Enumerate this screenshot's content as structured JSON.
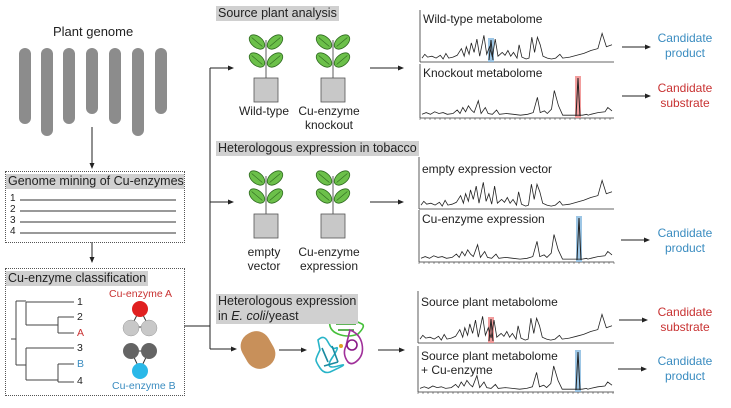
{
  "left_panel": {
    "genome_title": "Plant genome",
    "chromosome_count": 7,
    "mining": {
      "title": "Genome mining of Cu-enzymes",
      "rows": [
        "1",
        "2",
        "3",
        "4"
      ]
    },
    "classification": {
      "title": "Cu-enzyme classification",
      "tree_leaves": [
        "1",
        "2",
        "A",
        "3",
        "B",
        "4"
      ],
      "enzyme_a_label": "Cu-enzyme A",
      "enzyme_b_label": "Cu-enzyme B"
    }
  },
  "sections": [
    {
      "title": "Source plant analysis",
      "plants": [
        {
          "label_lines": [
            "Wild-type"
          ]
        },
        {
          "label_lines": [
            "Cu-enzyme",
            "knockout"
          ]
        }
      ],
      "chromatograms": [
        {
          "title_lines": [
            "Wild-type metabolome"
          ],
          "highlight": "blue"
        },
        {
          "title_lines": [
            "Knockout metabolome"
          ],
          "highlight": "red"
        }
      ],
      "outcomes": [
        {
          "lines": [
            "Candidate",
            "product"
          ],
          "color": "#3a8cc0"
        },
        {
          "lines": [
            "Candidate",
            "substrate"
          ],
          "color": "#c83232"
        }
      ]
    },
    {
      "title": "Heterologous expression in tobacco",
      "plants": [
        {
          "label_lines": [
            "empty",
            "vector"
          ]
        },
        {
          "label_lines": [
            "Cu-enzyme",
            "expression"
          ]
        }
      ],
      "chromatograms": [
        {
          "title_lines": [
            "empty expression vector"
          ],
          "highlight": "none"
        },
        {
          "title_lines": [
            "Cu-enzyme expression"
          ],
          "highlight": "blue"
        }
      ],
      "outcomes": [
        {
          "lines": [
            "Candidate",
            "product"
          ],
          "color": "#3a8cc0"
        }
      ]
    },
    {
      "title_line1": "Heterologous expression",
      "title_line2_prefix": "in ",
      "title_line2_italic": "E. coli",
      "title_line2_suffix": "/yeast",
      "chromatograms": [
        {
          "title_lines": [
            "Source plant metabolome"
          ],
          "highlight": "red"
        },
        {
          "title_lines": [
            "Source plant metabolome",
            "+ Cu-enzyme"
          ],
          "highlight": "blue"
        }
      ],
      "outcomes": [
        {
          "lines": [
            "Candidate",
            "substrate"
          ],
          "color": "#c83232"
        },
        {
          "lines": [
            "Candidate",
            "product"
          ],
          "color": "#3a8cc0"
        }
      ]
    }
  ],
  "colors": {
    "product_blue": "#3a8cc0",
    "substrate_red": "#c83232",
    "enzyme_a_red": "#e02020",
    "enzyme_b_cyan": "#2ab8e8",
    "leaf_green": "#6cc04a",
    "cell_tan": "#c8905a",
    "header_gray": "#d0d0d0",
    "chromosome_gray": "#8c8c8c"
  }
}
